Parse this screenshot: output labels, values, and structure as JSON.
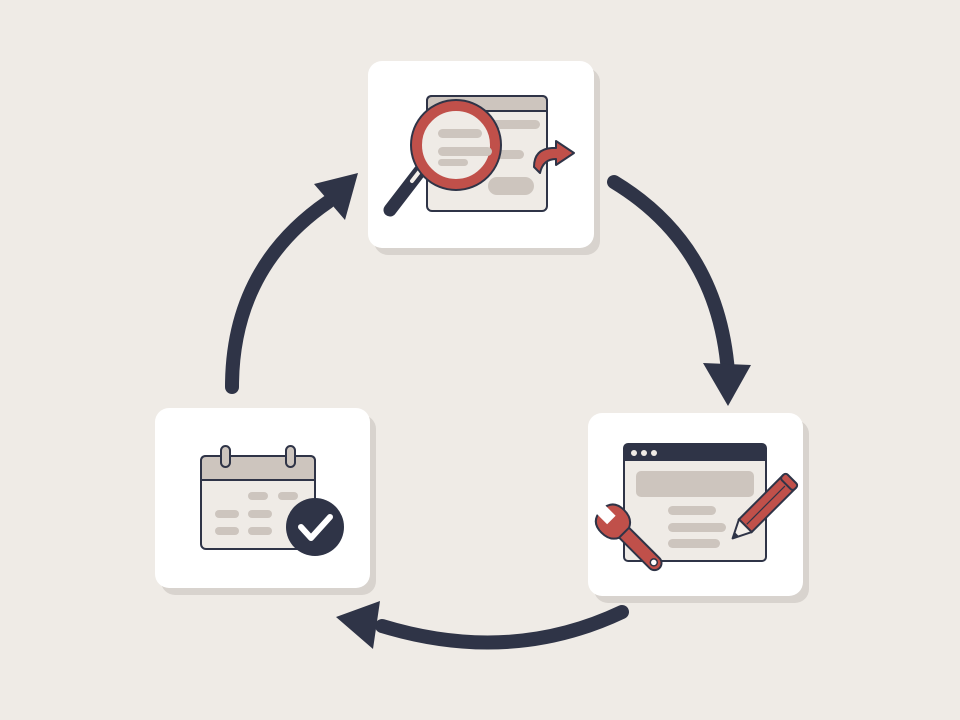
{
  "diagram": {
    "type": "cycle",
    "direction": "clockwise",
    "steps": [
      {
        "id": "audit",
        "icon": "website-search-icon",
        "accent_icon": "redirect-arrow-icon"
      },
      {
        "id": "build",
        "icon": "browser-window-icon",
        "tools": [
          "wrench-icon",
          "pencil-icon"
        ]
      },
      {
        "id": "schedule",
        "icon": "calendar-icon",
        "badge": "check-circle-icon"
      }
    ],
    "connectors": [
      "arrow-audit-to-build",
      "arrow-build-to-schedule",
      "arrow-schedule-to-audit"
    ]
  },
  "colors": {
    "background": "#efebe6",
    "card": "#ffffff",
    "navy": "#2f3447",
    "accent_red": "#c0504a",
    "placeholder": "#cdc5be",
    "panel": "#efebe6"
  }
}
